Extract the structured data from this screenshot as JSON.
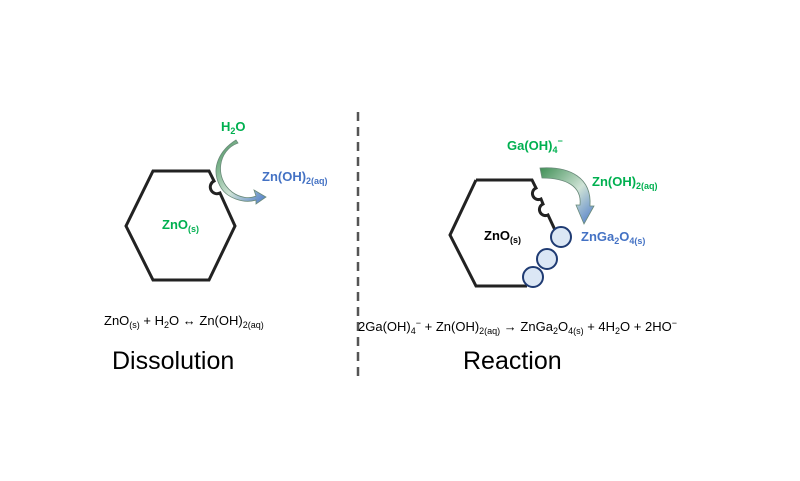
{
  "colors": {
    "green": "#00b050",
    "blue": "#4472c4",
    "particle_fill": "#dbe7f5",
    "particle_stroke": "#1f3b73"
  },
  "dissolution": {
    "title": "Dissolution",
    "reactant": {
      "main": "H",
      "sub": "2",
      "tail": "O"
    },
    "product": {
      "main": "Zn(OH)",
      "sub": "2(aq)"
    },
    "crystal": {
      "main": "ZnO",
      "sub": "(s)"
    },
    "equation": [
      "ZnO",
      "(s)",
      " + H",
      "2",
      "O ",
      "↔",
      " Zn(OH)",
      "2(aq)"
    ]
  },
  "reaction": {
    "title": "Reaction",
    "reactant": {
      "main": "Ga(OH)",
      "sub": "4",
      "sup": "−"
    },
    "intermediate": {
      "main": "Zn(OH)",
      "sub": "2(aq)"
    },
    "product": {
      "main": "ZnGa",
      "sub1": "2",
      "mid": "O",
      "sub2": "4(s)"
    },
    "crystal": {
      "main": "ZnO",
      "sub": "(s)"
    },
    "equation": [
      "2Ga(OH)",
      "4",
      "−",
      " + Zn(OH)",
      "2(aq)",
      " → ZnGa",
      "2",
      "O",
      "4(s)",
      " + 4H",
      "2",
      "O + 2HO",
      "−"
    ]
  }
}
